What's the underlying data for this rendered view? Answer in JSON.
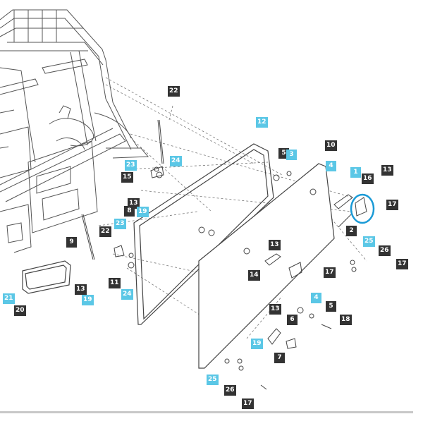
{
  "colors": {
    "dark_badge": "#333333",
    "cyan_badge": "#5bc7e6",
    "line": "#555555",
    "highlight": "#1a9ad6"
  },
  "callouts": [
    {
      "label": "22",
      "style": "dark"
    },
    {
      "label": "12",
      "style": "cyan"
    },
    {
      "label": "10",
      "style": "dark"
    },
    {
      "label": "5",
      "style": "dark"
    },
    {
      "label": "3",
      "style": "cyan"
    },
    {
      "label": "4",
      "style": "cyan"
    },
    {
      "label": "1",
      "style": "cyan"
    },
    {
      "label": "13",
      "style": "dark"
    },
    {
      "label": "16",
      "style": "dark"
    },
    {
      "label": "17",
      "style": "dark"
    },
    {
      "label": "2",
      "style": "dark"
    },
    {
      "label": "23",
      "style": "cyan"
    },
    {
      "label": "24",
      "style": "cyan"
    },
    {
      "label": "15",
      "style": "dark"
    },
    {
      "label": "13",
      "style": "dark"
    },
    {
      "label": "8",
      "style": "dark"
    },
    {
      "label": "19",
      "style": "cyan"
    },
    {
      "label": "23",
      "style": "cyan"
    },
    {
      "label": "22",
      "style": "dark"
    },
    {
      "label": "9",
      "style": "dark"
    },
    {
      "label": "11",
      "style": "dark"
    },
    {
      "label": "24",
      "style": "cyan"
    },
    {
      "label": "13",
      "style": "dark"
    },
    {
      "label": "19",
      "style": "cyan"
    },
    {
      "label": "21",
      "style": "cyan"
    },
    {
      "label": "20",
      "style": "dark"
    },
    {
      "label": "13",
      "style": "dark"
    },
    {
      "label": "14",
      "style": "dark"
    },
    {
      "label": "17",
      "style": "dark"
    },
    {
      "label": "25",
      "style": "cyan"
    },
    {
      "label": "26",
      "style": "dark"
    },
    {
      "label": "17",
      "style": "dark"
    },
    {
      "label": "4",
      "style": "cyan"
    },
    {
      "label": "5",
      "style": "dark"
    },
    {
      "label": "13",
      "style": "dark"
    },
    {
      "label": "6",
      "style": "dark"
    },
    {
      "label": "18",
      "style": "dark"
    },
    {
      "label": "19",
      "style": "cyan"
    },
    {
      "label": "7",
      "style": "dark"
    },
    {
      "label": "25",
      "style": "cyan"
    },
    {
      "label": "26",
      "style": "dark"
    },
    {
      "label": "17",
      "style": "dark"
    }
  ]
}
